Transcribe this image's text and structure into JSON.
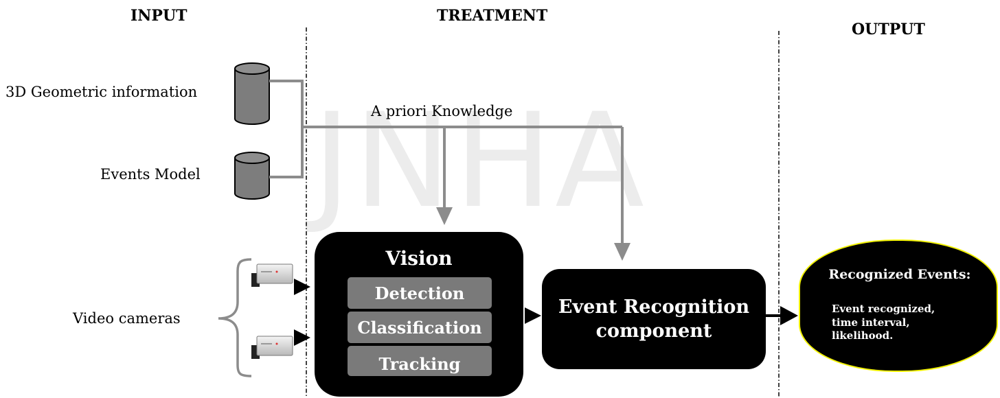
{
  "columns": {
    "input": "INPUT",
    "treatment": "TREATMENT",
    "output": "OUTPUT"
  },
  "watermark": "JNHA",
  "inputs": {
    "geometric": "3D Geometric information",
    "events_model": "Events Model",
    "video": "Video cameras"
  },
  "knowledge_label": "A priori Knowledge",
  "vision": {
    "title": "Vision",
    "steps": [
      "Detection",
      "Classification",
      "Tracking"
    ]
  },
  "event_recognition": {
    "line1": "Event Recognition",
    "line2": "component"
  },
  "output": {
    "title": "Recognized Events:",
    "lines": [
      "Event recognized,",
      "time interval,",
      "likelihood."
    ]
  },
  "colors": {
    "box_fill": "#000000",
    "step_fill": "#7a7a7a",
    "connector": "#8c8c8c",
    "output_border": "#f2f200",
    "watermark": "#ececec"
  },
  "icons": {
    "database": "cylinder-icon",
    "camera": "video-camera-icon",
    "brace": "curly-brace-icon"
  }
}
